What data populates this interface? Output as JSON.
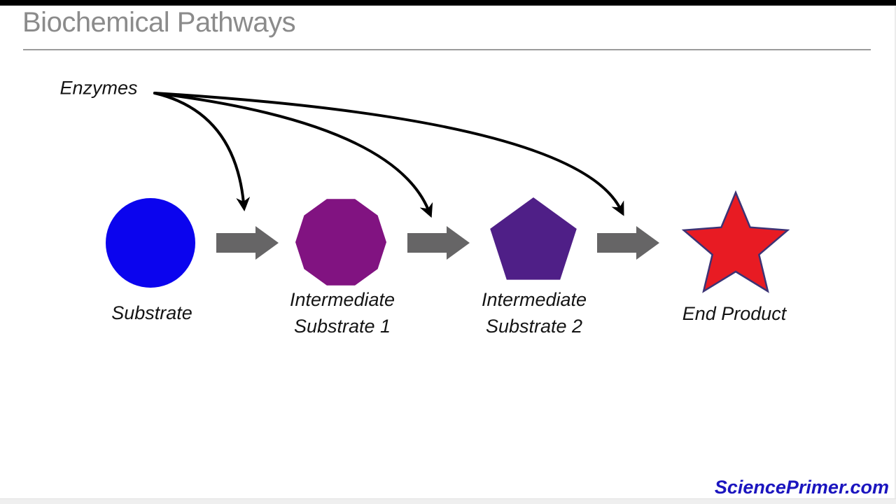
{
  "frame": {
    "top_bar_color": "#000000",
    "bottom_bar_color": "#efefef"
  },
  "header": {
    "title": "Biochemical Pathways",
    "title_color": "#8b8b8b",
    "rule_color": "#9b9b9b"
  },
  "diagram": {
    "enzymes_label": "Enzymes",
    "enzyme_arrow_color": "#000000",
    "process_arrow_color": "#666566",
    "nodes": [
      {
        "shape": "circle",
        "label": "Substrate",
        "fill": "#0b04ee"
      },
      {
        "shape": "decagon",
        "label": "Intermediate\nSubstrate 1",
        "fill": "#811381"
      },
      {
        "shape": "pentagon",
        "label": "Intermediate\nSubstrate 2",
        "fill": "#4f1f87"
      },
      {
        "shape": "star",
        "label": "End Product",
        "fill": "#e81b23",
        "stroke": "#3c3375"
      }
    ]
  },
  "footer": {
    "watermark": "SciencePrimer.com",
    "watermark_color": "#1b15bf"
  }
}
